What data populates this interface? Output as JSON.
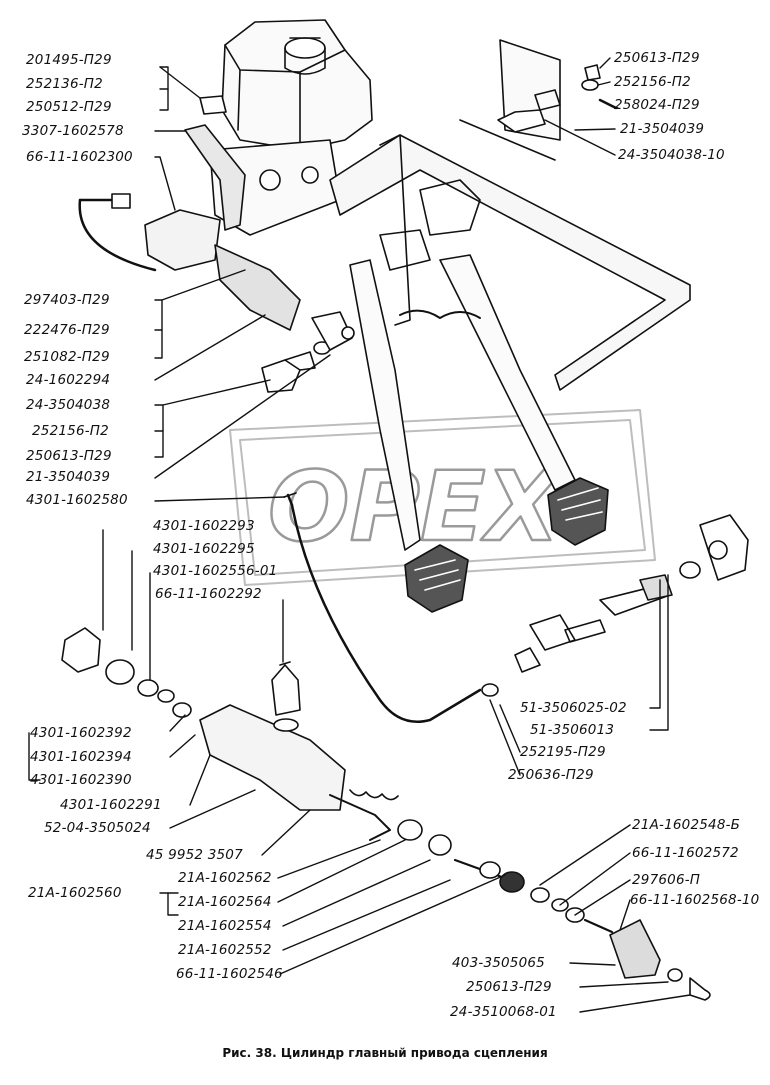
{
  "watermark": "OPEX",
  "caption": "Рис. 38. Цилиндр главный привода сцепления",
  "labels": {
    "l01": "201495-П29",
    "l02": "252136-П2",
    "l03": "250512-П29",
    "l04": "3307-1602578",
    "l05": "66-11-1602300",
    "l06": "297403-П29",
    "l07": "222476-П29",
    "l08": "251082-П29",
    "l09": "24-1602294",
    "l10": "24-3504038",
    "l11": "252156-П2",
    "l12": "250613-П29",
    "l13": "21-3504039",
    "l14": "4301-1602580",
    "l15": "4301-1602293",
    "l16": "4301-1602295",
    "l17": "4301-1602556-01",
    "l18": "66-11-1602292",
    "l19": "4301-1602392",
    "l20": "4301-1602394",
    "l21": "4301-1602390",
    "l22": "4301-1602291",
    "l23": "52-04-3505024",
    "l24": "45 9952 3507",
    "l25": "21А-1602560",
    "l26": "21А-1602562",
    "l27": "21А-1602564",
    "l28": "21А-1602554",
    "l29": "21А-1602552",
    "l30": "66-11-1602546",
    "r01": "250613-П29",
    "r02": "252156-П2",
    "r03": "258024-П29",
    "r04": "21-3504039",
    "r05": "24-3504038-10",
    "r06": "51-3506025-02",
    "r07": "51-3506013",
    "r08": "252195-П29",
    "r09": "250636-П29",
    "r10": "21А-1602548-Б",
    "r11": "66-11-1602572",
    "r12": "297606-П",
    "r13": "66-11-1602568-10",
    "r14": "403-3505065",
    "r15": "250613-П29",
    "r16": "24-3510068-01"
  }
}
